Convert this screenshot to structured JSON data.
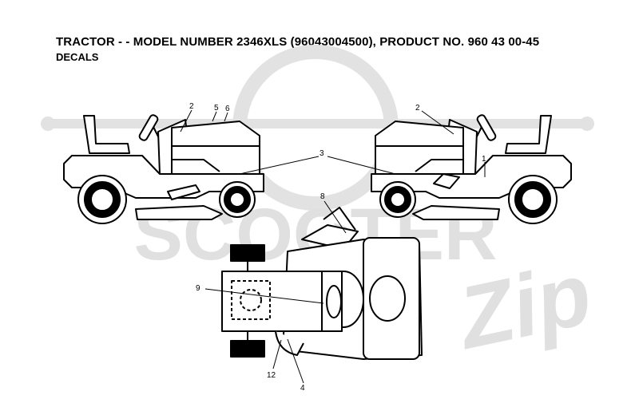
{
  "header": {
    "title": "TRACTOR - - MODEL NUMBER 2346XLS (96043004500), PRODUCT NO. 960 43 00-45",
    "subtitle": "DECALS"
  },
  "watermark": {
    "brand": "SCOOTER",
    "script": "Zip",
    "color": "#d4d4d4"
  },
  "callouts": {
    "c1": "1",
    "c2_left": "2",
    "c2_right": "2",
    "c3": "3",
    "c4": "4",
    "c5": "5",
    "c6": "6",
    "c8": "8",
    "c9": "9",
    "c12": "12"
  },
  "colors": {
    "line": "#000000",
    "fill": "#ffffff"
  }
}
